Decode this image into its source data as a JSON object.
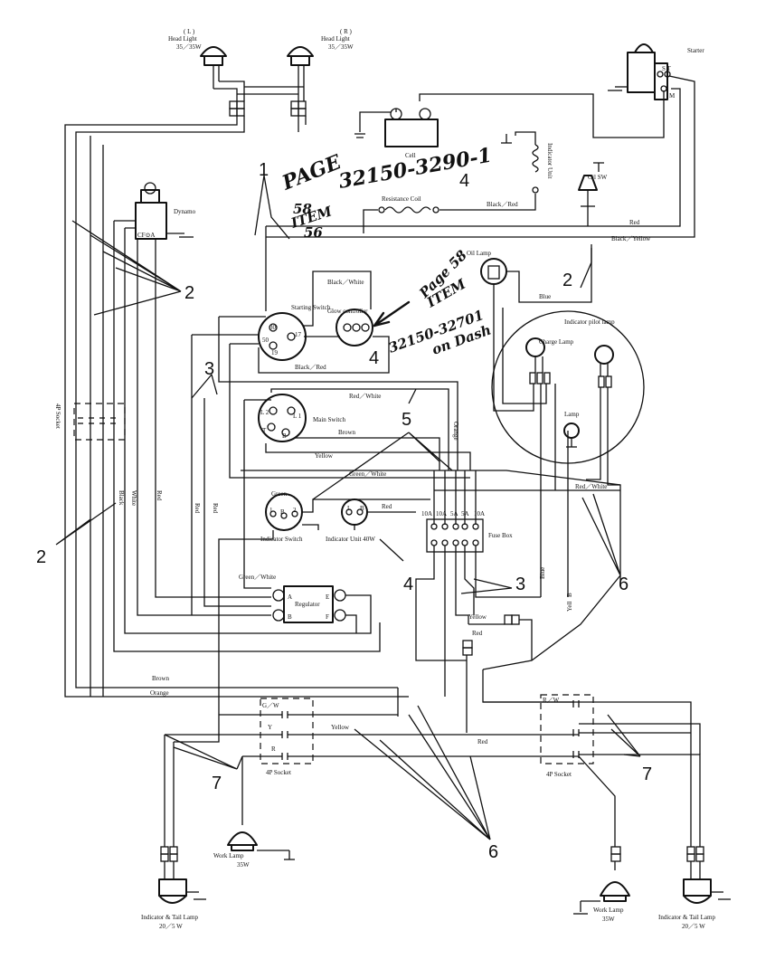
{
  "components": {
    "head_light_left": {
      "side": "( L )",
      "name": "Head Light",
      "rating": "35／35W"
    },
    "head_light_right": {
      "side": "( R )",
      "name": "Head Light",
      "rating": "35／35W"
    },
    "starter": "Starter",
    "starter_terminals": "S T",
    "starter_m": "M",
    "cell": "Cell",
    "indicator_unit_vertical": "Indicator Unit",
    "oil_sw": "Oil SW",
    "resistance_coil": "Resistance Coil",
    "dynamo": "Dynamo",
    "dynamo_terminals": "CF⊙A",
    "oil_lamp": "Oil Lamp",
    "glow_controller": "Glow controller",
    "starting_switch": "Starting Switch",
    "ss_30": "30",
    "ss_17": "17",
    "ss_50": "50",
    "ss_19": "19",
    "charge_lamp": "Charge Lamp",
    "indicator_pilot_lamp": "Indicator pilot lamp",
    "lamp": "Lamp",
    "main_switch": "Main Switch",
    "ms_l2": "L 2",
    "ms_l1": "L 1",
    "ms_t": "T",
    "ms_b": "B",
    "socket_4p_vertical": "4P Socket",
    "green": "Green",
    "indicator_switch": "Indicator Switch",
    "is_1": "1",
    "is_b": "B",
    "is_2": "2",
    "indicator_unit_40w": "Indicator Unit 40W",
    "iu_l": "L",
    "iu_b": "B",
    "fuse_ratings": [
      "10A",
      "10A",
      "5A",
      "5A",
      "10A"
    ],
    "fuse_box": "Fuse Box",
    "regulator": "Regulator",
    "reg_a": "A",
    "reg_b": "B",
    "reg_e": "E",
    "reg_f": "F",
    "socket_4p_left": "4P Socket",
    "socket_4p_right": "4P Socket",
    "sock_gw": "G／W",
    "sock_y": "Y",
    "sock_r": "R",
    "sock_rw": "R／W",
    "work_lamp_left": {
      "name": "Work Lamp",
      "rating": "35W"
    },
    "work_lamp_right": {
      "name": "Work Lamp",
      "rating": "35W"
    },
    "tail_lamp_left": {
      "name": "Indicator & Tail Lamp",
      "rating": "20／5 W"
    },
    "tail_lamp_right": {
      "name": "Indicator & Tail Lamp",
      "rating": "20／5 W"
    }
  },
  "wire_labels": {
    "black_red_top": "Black／Red",
    "red_top": "Red",
    "black_yellow": "Black／Yellow",
    "black_white": "Black／White",
    "blue_top": "Blue",
    "black_red_glow": "Black／Red",
    "red_white": "Red／White",
    "brown_ms": "Brown",
    "yellow_ms": "Yellow",
    "orange_v": "Orange",
    "green_white_mid": "Green／White",
    "red_white_right": "Red／White",
    "red_iu": "Red",
    "green_white_reg": "Green／White",
    "black_v": "Black",
    "white_v": "White",
    "red_v1": "Red",
    "red_v2": "Red",
    "red_v3": "Red",
    "blue_v": "Blue",
    "yellow_v": "Yell",
    "b_v": "B",
    "yellow_conn": "Yellow",
    "red_conn": "Red",
    "brown_bottom": "Brown",
    "orange_bottom": "Orange",
    "yellow_bottom": "Yellow",
    "red_bottom": "Red"
  },
  "callouts": {
    "c1": "1",
    "c2a": "2",
    "c2b": "2",
    "c2c": "2",
    "c3a": "3",
    "c3b": "3",
    "c4a": "4",
    "c4b": "4",
    "c4c": "4",
    "c5": "5",
    "c6a": "6",
    "c6b": "6",
    "c7a": "7",
    "c7b": "7"
  },
  "handwritten": {
    "page": "PAGE",
    "part_top": "32150-3290-1",
    "page_num": "58",
    "item": "ITEM",
    "item_num": "56",
    "page_right": "Page 58",
    "item_right": "ITEM",
    "part_right": "32150-32701",
    "on_dash": "on Dash"
  }
}
